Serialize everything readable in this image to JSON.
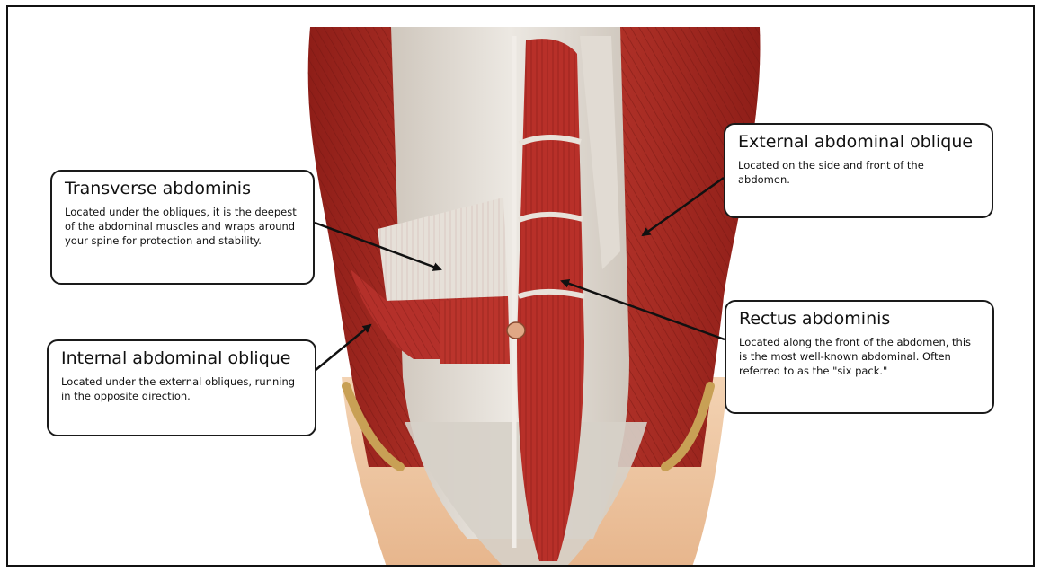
{
  "labels": {
    "transverse": {
      "title": "Transverse abdominis",
      "text": "Located under the obliques, it is the deepest of the abdominal muscles and wraps around your spine for protection and stability."
    },
    "internal_oblique": {
      "title": "Internal abdominal oblique",
      "text": "Located under the external obliques, running in the opposite direction."
    },
    "external_oblique": {
      "title": "External abdominal oblique",
      "text": "Located on the side and front of the abdomen."
    },
    "rectus": {
      "title": "Rectus abdominis",
      "text": "Located along the front of the abdomen, this is the most well-known abdominal. Often referred to as the \"six pack.\""
    }
  },
  "colors": {
    "muscle": "#b8322a",
    "muscle_dark": "#7e1714",
    "fascia": "#ddd8d0",
    "skin": "#efc9a4"
  }
}
